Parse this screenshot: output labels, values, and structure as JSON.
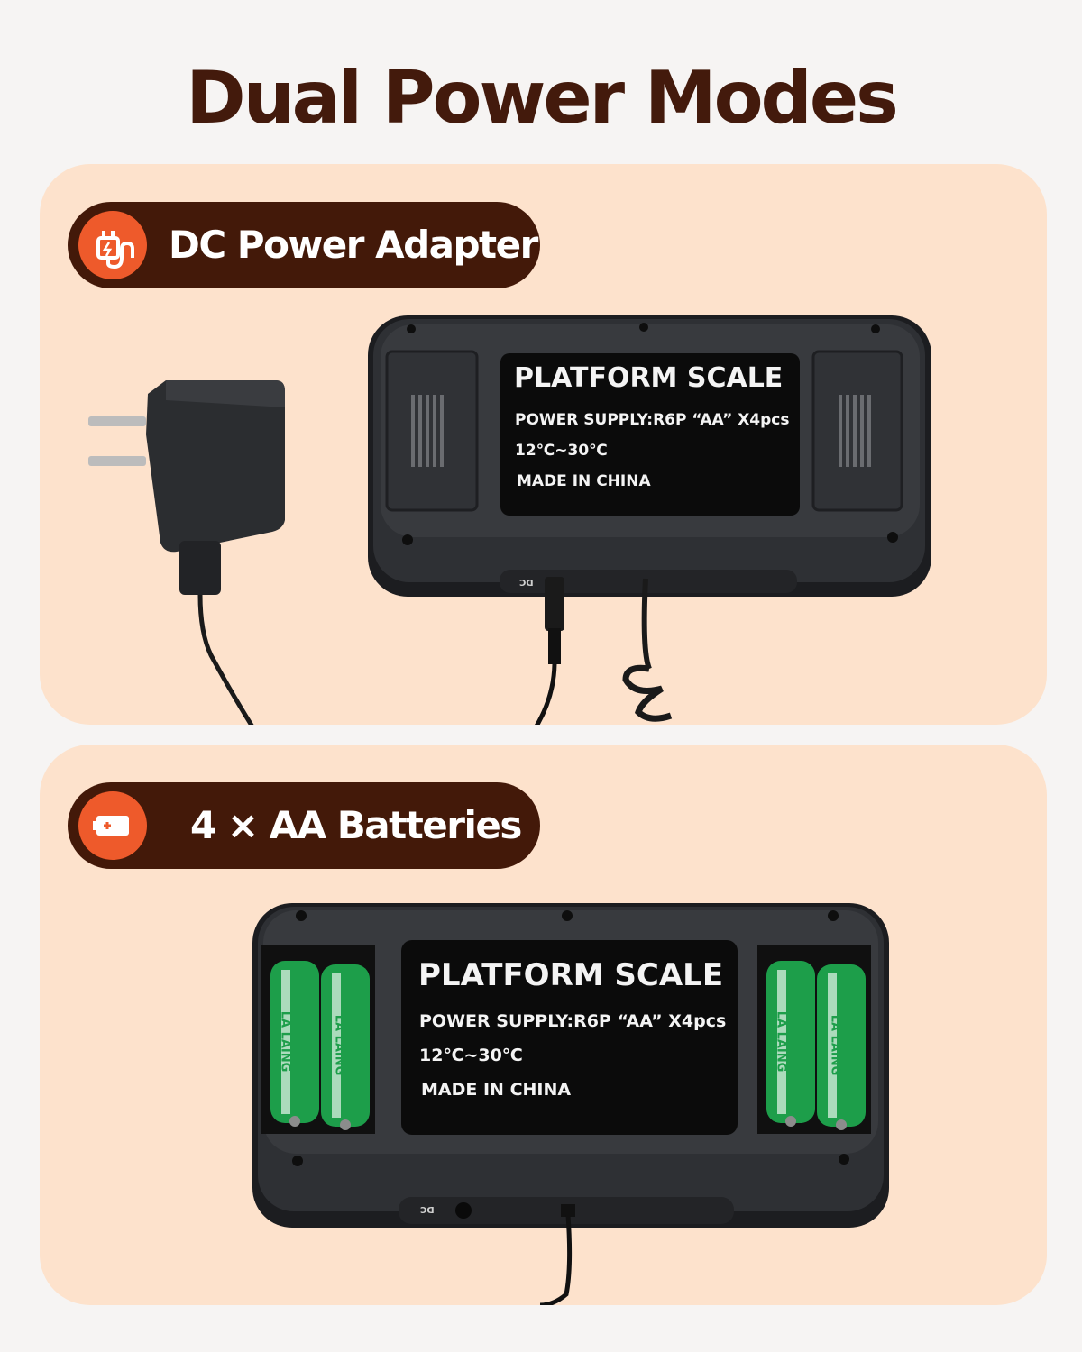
{
  "page": {
    "title": "Dual Power Modes"
  },
  "modes": [
    {
      "label": "DC Power Adapter",
      "icon": "power-adapter-icon",
      "device_label": {
        "heading": "PLATFORM SCALE",
        "supply": "POWER SUPPLY:R6P “AA” X4pcs",
        "temperature": "12℃~30℃",
        "origin": "MADE IN CHINA"
      },
      "port_label": "DC"
    },
    {
      "label": "4 × AA Batteries",
      "icon": "battery-icon",
      "device_label": {
        "heading": "PLATFORM SCALE",
        "supply": "POWER SUPPLY:R6P “AA” X4pcs",
        "temperature": "12℃~30℃",
        "origin": "MADE IN CHINA"
      },
      "port_label": "DC",
      "battery_brand": "LA LAING"
    }
  ],
  "colors": {
    "title": "#431a0c",
    "panel": "#fde2cc",
    "pill": "#431909",
    "icon_circle": "#ee5a2b",
    "battery_green": "#1d9e4a"
  }
}
